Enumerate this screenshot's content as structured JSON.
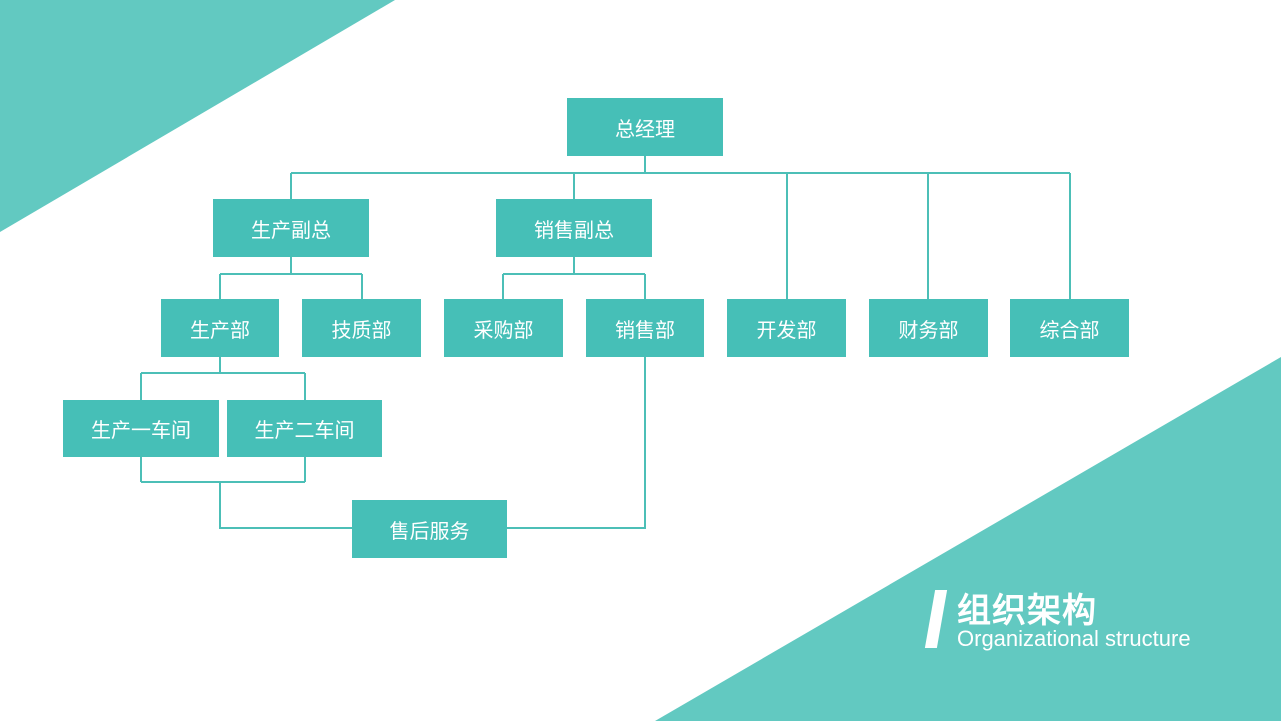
{
  "colors": {
    "accent": "#46bfb7",
    "decoration": "#62c9c1",
    "connector": "#4cbfb7",
    "node_text": "#ffffff"
  },
  "org": {
    "general_manager": "总经理",
    "vp_production": "生产副总",
    "vp_sales": "销售副总",
    "production_dept": "生产部",
    "quality_dept": "技质部",
    "purchasing_dept": "采购部",
    "sales_dept": "销售部",
    "development_dept": "开发部",
    "finance_dept": "财务部",
    "general_dept": "综合部",
    "workshop_1": "生产一车间",
    "workshop_2": "生产二车间",
    "after_sales": "售后服务"
  },
  "footer": {
    "title_zh": "组织架构",
    "title_en": "Organizational structure"
  }
}
